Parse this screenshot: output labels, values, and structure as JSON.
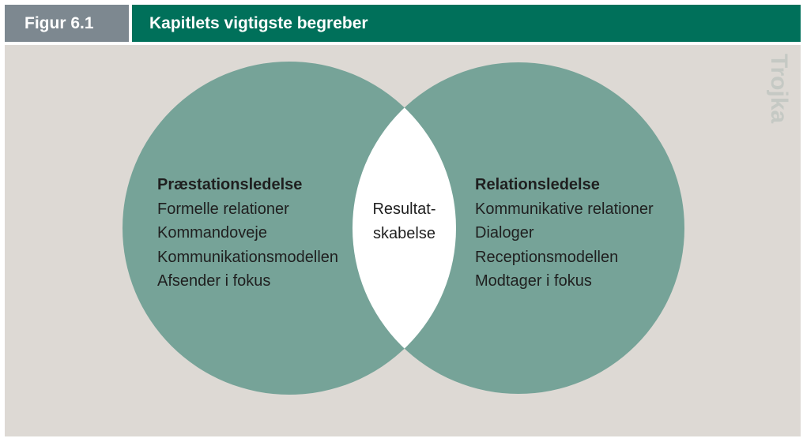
{
  "header": {
    "figure_number": "Figur 6.1",
    "title": "Kapitlets vigtigste begreber"
  },
  "diagram": {
    "left": {
      "heading": "Præstationsledelse",
      "items": [
        "Formelle relationer",
        "Kommandoveje",
        "Kommunikationsmodellen",
        "Afsender i fokus"
      ]
    },
    "right": {
      "heading": "Relationsledelse",
      "items": [
        "Kommunikative relationer",
        "Dialoger",
        "Receptionsmodellen",
        "Modtager i fokus"
      ]
    },
    "overlap": {
      "line1": "Resultat-",
      "line2": "skabelse"
    }
  },
  "brand": "Trojka",
  "colors": {
    "circle": "#76a398",
    "header_green": "#00705a",
    "header_gray": "#7d8890",
    "background": "#ddd9d4"
  }
}
